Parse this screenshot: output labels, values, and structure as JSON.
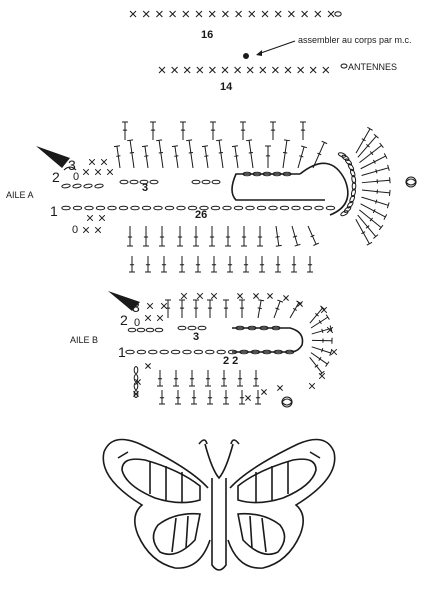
{
  "colors": {
    "ink": "#1a1a1a",
    "paper": "#ffffff"
  },
  "labels": {
    "chain_16": "16",
    "chain_14": "14",
    "assemble_note": "assembler au corps par m.c.",
    "antennes": "ANTENNES",
    "aile_a": "AILE A",
    "aile_b": "AILE B",
    "a_row3": "3",
    "a_row2": "2",
    "a_row1": "1",
    "a_inner3": "3",
    "a_chain26": "26",
    "a_start_top": "0",
    "a_start_bot": "0",
    "b_row3": "3",
    "b_row2": "2",
    "b_row1": "1",
    "b_inner3": "3",
    "b_chain22": "2 2",
    "b_start": "0"
  },
  "icons": [
    "arrow-marker-icon",
    "yarn-end-icon",
    "butterfly-outline-icon"
  ]
}
